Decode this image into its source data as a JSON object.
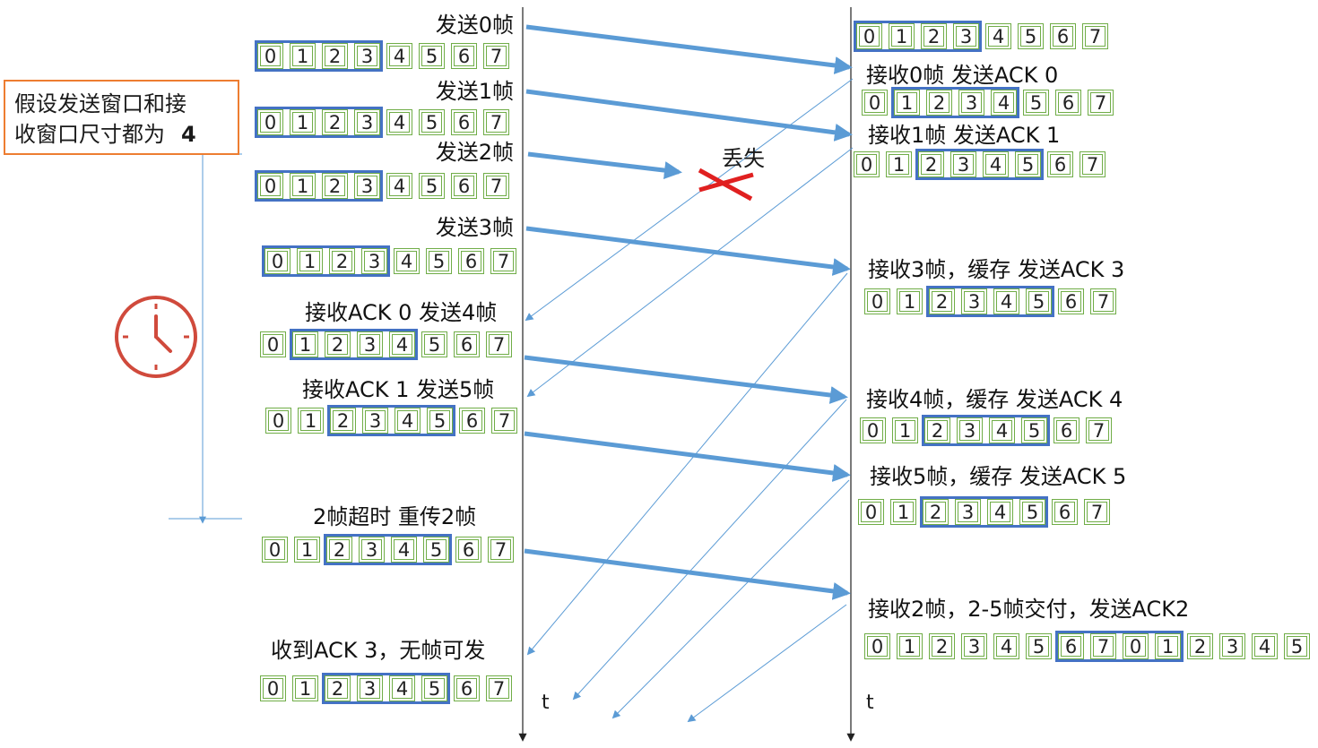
{
  "note": {
    "text_line1": "假设发送窗口和接",
    "text_line2": "收窗口尺寸都为",
    "value": "4"
  },
  "timeline": {
    "sender_t": "t",
    "receiver_t": "t"
  },
  "lost_label": "丢失",
  "icons": {
    "clock": "clock-icon",
    "loss": "x-cross-icon"
  },
  "colors": {
    "frame_arrow": "#5b9bd5",
    "ack_arrow": "#5b9bd5",
    "window_border": "#4472c4",
    "cell_border": "#70ad47",
    "note_border": "#ed7d31",
    "loss_cross": "#e02020"
  },
  "sender": {
    "labels": [
      "发送0帧",
      "发送1帧",
      "发送2帧",
      "发送3帧",
      "接收ACK 0  发送4帧",
      "接收ACK 1  发送5帧",
      "2帧超时   重传2帧",
      "收到ACK 3，无帧可发"
    ],
    "strips": [
      {
        "cells": [
          "0",
          "1",
          "2",
          "3",
          "4",
          "5",
          "6",
          "7"
        ],
        "window": [
          0,
          3
        ]
      },
      {
        "cells": [
          "0",
          "1",
          "2",
          "3",
          "4",
          "5",
          "6",
          "7"
        ],
        "window": [
          0,
          3
        ]
      },
      {
        "cells": [
          "0",
          "1",
          "2",
          "3",
          "4",
          "5",
          "6",
          "7"
        ],
        "window": [
          0,
          3
        ]
      },
      {
        "cells": [
          "0",
          "1",
          "2",
          "3",
          "4",
          "5",
          "6",
          "7"
        ],
        "window": [
          0,
          3
        ]
      },
      {
        "cells": [
          "0",
          "1",
          "2",
          "3",
          "4",
          "5",
          "6",
          "7"
        ],
        "window": [
          1,
          4
        ]
      },
      {
        "cells": [
          "0",
          "1",
          "2",
          "3",
          "4",
          "5",
          "6",
          "7"
        ],
        "window": [
          2,
          5
        ]
      },
      {
        "cells": [
          "0",
          "1",
          "2",
          "3",
          "4",
          "5",
          "6",
          "7"
        ],
        "window": [
          2,
          5
        ]
      },
      {
        "cells": [
          "0",
          "1",
          "2",
          "3",
          "4",
          "5",
          "6",
          "7"
        ],
        "window": [
          2,
          5
        ]
      }
    ]
  },
  "receiver": {
    "labels": [
      "接收0帧 发送ACK 0",
      "接收1帧 发送ACK 1",
      "接收3帧，缓存  发送ACK 3",
      "接收4帧，缓存 发送ACK 4",
      "接收5帧，缓存 发送ACK 5",
      "接收2帧，2-5帧交付，发送ACK2"
    ],
    "strips": [
      {
        "cells": [
          "0",
          "1",
          "2",
          "3",
          "4",
          "5",
          "6",
          "7"
        ],
        "window": [
          0,
          3
        ]
      },
      {
        "cells": [
          "0",
          "1",
          "2",
          "3",
          "4",
          "5",
          "6",
          "7"
        ],
        "window": [
          1,
          4
        ]
      },
      {
        "cells": [
          "0",
          "1",
          "2",
          "3",
          "4",
          "5",
          "6",
          "7"
        ],
        "window": [
          2,
          5
        ]
      },
      {
        "cells": [
          "0",
          "1",
          "2",
          "3",
          "4",
          "5",
          "6",
          "7"
        ],
        "window": [
          2,
          5
        ]
      },
      {
        "cells": [
          "0",
          "1",
          "2",
          "3",
          "4",
          "5",
          "6",
          "7"
        ],
        "window": [
          2,
          5
        ]
      },
      {
        "cells": [
          "0",
          "1",
          "2",
          "3",
          "4",
          "5",
          "6",
          "7"
        ],
        "window": [
          2,
          5
        ]
      },
      {
        "cells": [
          "0",
          "1",
          "2",
          "3",
          "4",
          "5",
          "6",
          "7",
          "0",
          "1",
          "2",
          "3",
          "4",
          "5"
        ],
        "window": [
          6,
          9
        ]
      }
    ]
  }
}
